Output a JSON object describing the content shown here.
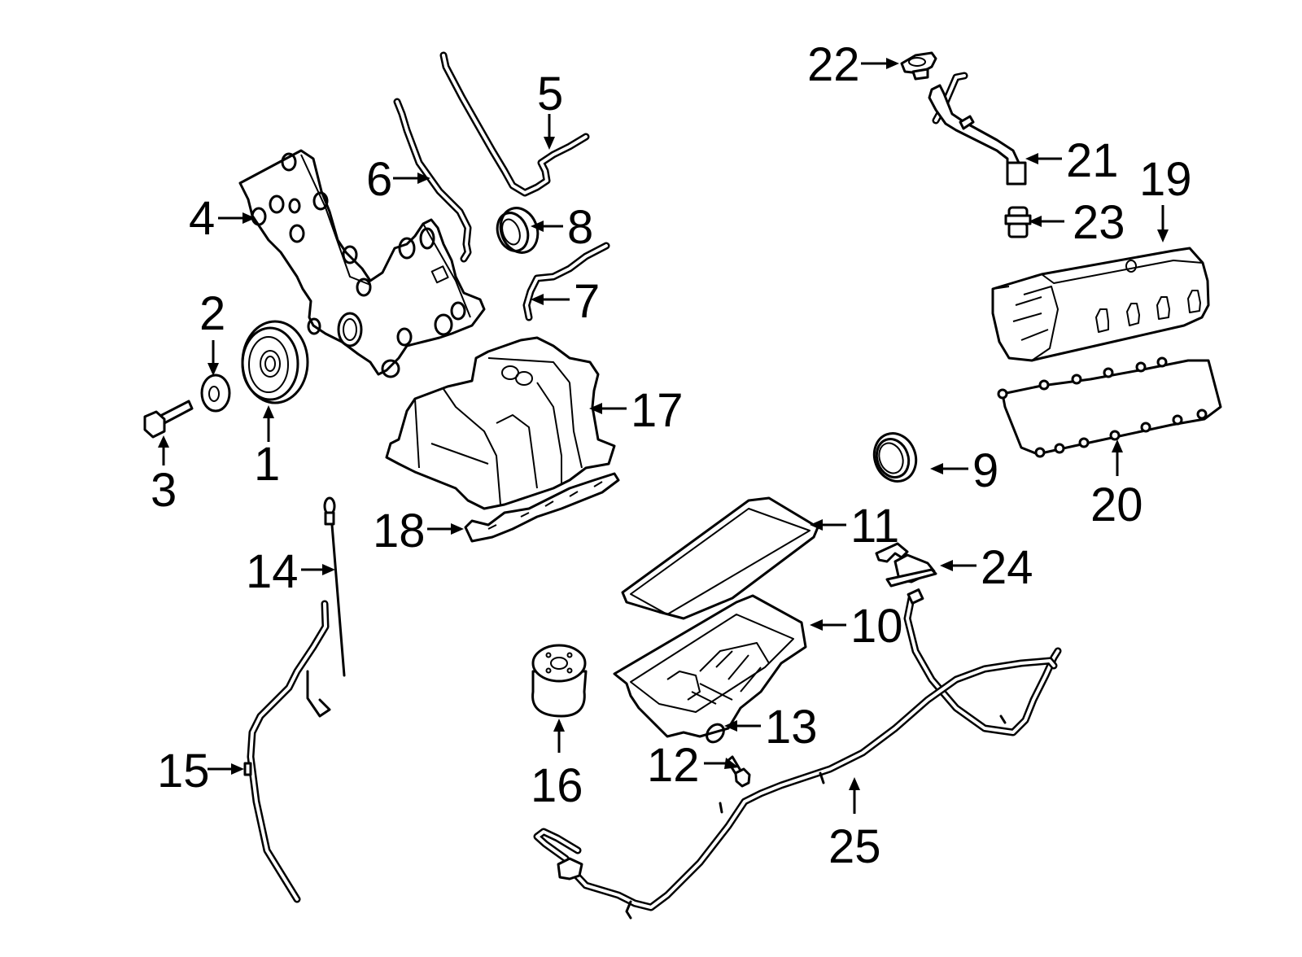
{
  "diagram": {
    "title": "Engine parts exploded view",
    "background": "#ffffff",
    "line_color": "#000000",
    "parts": [
      {
        "id": "1",
        "label": "1",
        "name": "crankshaft-pulley"
      },
      {
        "id": "2",
        "label": "2",
        "name": "washer"
      },
      {
        "id": "3",
        "label": "3",
        "name": "pulley-bolt"
      },
      {
        "id": "4",
        "label": "4",
        "name": "timing-cover"
      },
      {
        "id": "5",
        "label": "5",
        "name": "timing-cover-gasket-right"
      },
      {
        "id": "6",
        "label": "6",
        "name": "timing-cover-gasket-left"
      },
      {
        "id": "7",
        "label": "7",
        "name": "timing-cover-gasket-lower"
      },
      {
        "id": "8",
        "label": "8",
        "name": "front-crank-seal"
      },
      {
        "id": "9",
        "label": "9",
        "name": "rear-main-seal"
      },
      {
        "id": "10",
        "label": "10",
        "name": "oil-pan"
      },
      {
        "id": "11",
        "label": "11",
        "name": "oil-pan-gasket"
      },
      {
        "id": "12",
        "label": "12",
        "name": "drain-plug"
      },
      {
        "id": "13",
        "label": "13",
        "name": "drain-plug-gasket"
      },
      {
        "id": "14",
        "label": "14",
        "name": "dipstick"
      },
      {
        "id": "15",
        "label": "15",
        "name": "dipstick-tube"
      },
      {
        "id": "16",
        "label": "16",
        "name": "oil-filter"
      },
      {
        "id": "17",
        "label": "17",
        "name": "intake-manifold"
      },
      {
        "id": "18",
        "label": "18",
        "name": "intake-manifold-gasket"
      },
      {
        "id": "19",
        "label": "19",
        "name": "valve-cover"
      },
      {
        "id": "20",
        "label": "20",
        "name": "valve-cover-gasket"
      },
      {
        "id": "21",
        "label": "21",
        "name": "oil-filler-tube"
      },
      {
        "id": "22",
        "label": "22",
        "name": "oil-filler-cap"
      },
      {
        "id": "23",
        "label": "23",
        "name": "pcv-valve"
      },
      {
        "id": "24",
        "label": "24",
        "name": "oil-pressure-sensor"
      },
      {
        "id": "25",
        "label": "25",
        "name": "wiring-harness"
      }
    ]
  }
}
